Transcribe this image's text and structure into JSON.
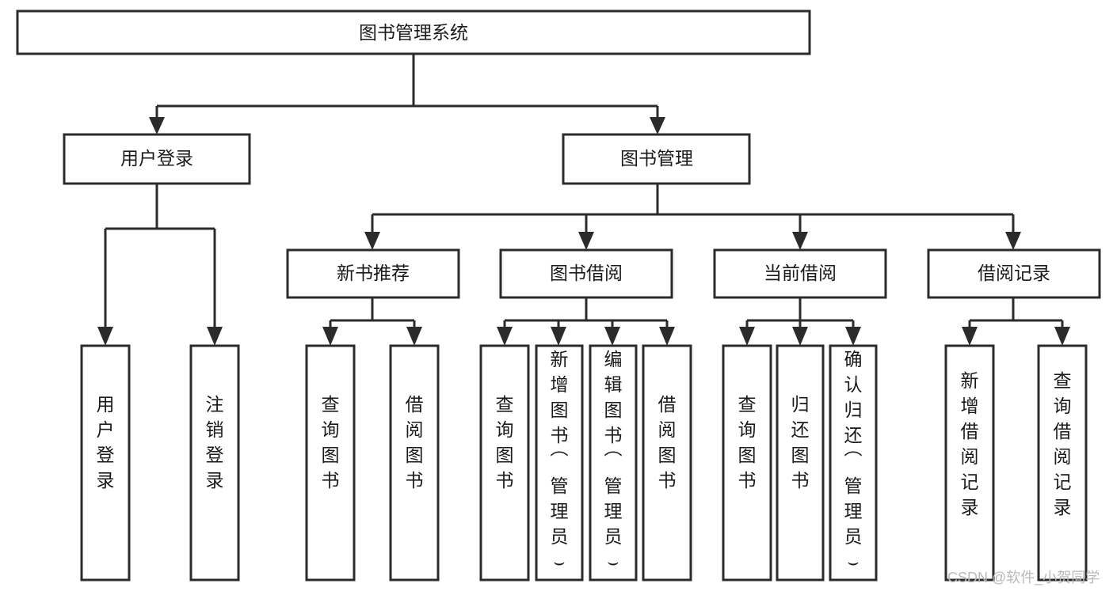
{
  "diagram": {
    "title": "图书管理系统",
    "type": "tree-hierarchy-functional-decomposition",
    "root": {
      "label": "图书管理系统"
    },
    "level2": [
      {
        "label": "用户登录"
      },
      {
        "label": "图书管理"
      }
    ],
    "level3": [
      {
        "label": "新书推荐"
      },
      {
        "label": "图书借阅"
      },
      {
        "label": "当前借阅"
      },
      {
        "label": "借阅记录"
      }
    ],
    "leaves": {
      "user_login": [
        {
          "label": "用户登录"
        },
        {
          "label": "注销登录"
        }
      ],
      "new_book_recommend": [
        {
          "label": "查询图书"
        },
        {
          "label": "借阅图书"
        }
      ],
      "book_borrow": [
        {
          "label": "查询图书"
        },
        {
          "label": "新增图书（管理员）"
        },
        {
          "label": "编辑图书（管理员）"
        },
        {
          "label": "借阅图书"
        }
      ],
      "current_borrow": [
        {
          "label": "查询图书"
        },
        {
          "label": "归还图书"
        },
        {
          "label": "确认归还（管理员）"
        }
      ],
      "borrow_record": [
        {
          "label": "新增借阅记录"
        },
        {
          "label": "查询借阅记录"
        }
      ]
    }
  },
  "watermark": {
    "text": "CSDN @软件_小贺同学"
  },
  "colors": {
    "stroke": "#2b2b2b",
    "fill": "#ffffff",
    "text": "#1a1a1a",
    "watermark": "#b9b9b9"
  }
}
